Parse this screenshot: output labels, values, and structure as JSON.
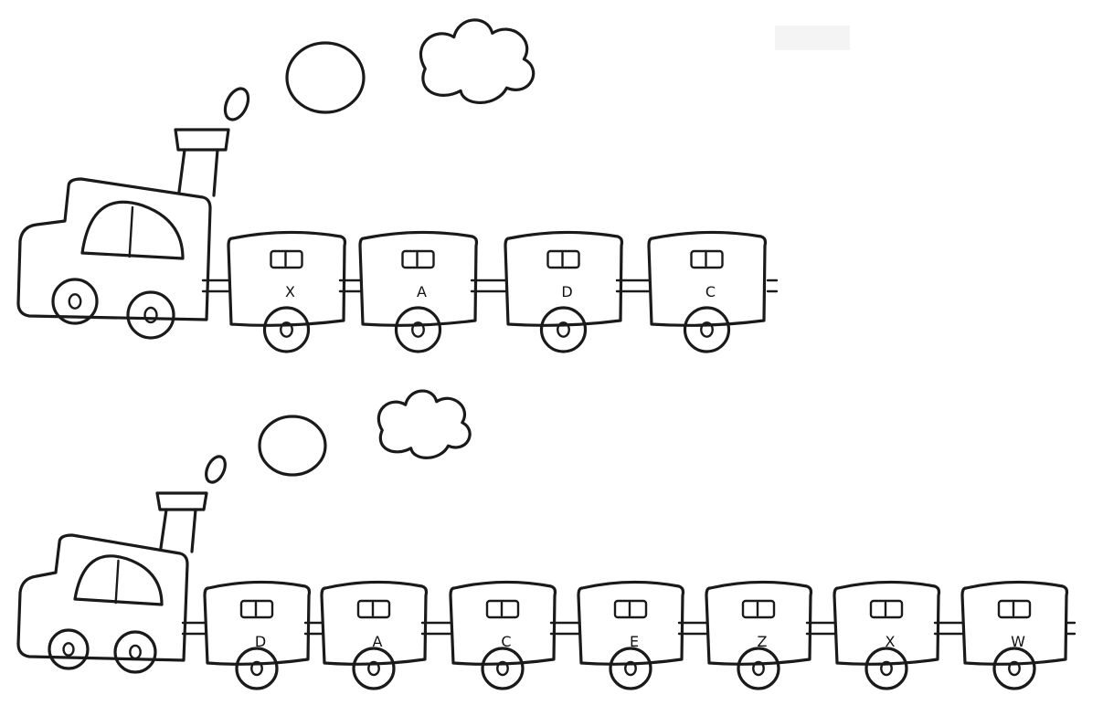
{
  "trains": [
    {
      "cars": [
        "X",
        "A",
        "D",
        "C"
      ]
    },
    {
      "cars": [
        "D",
        "A",
        "C",
        "E",
        "Z",
        "X",
        "W"
      ]
    }
  ],
  "colors": {
    "ink": "#1a1a1a",
    "background": "#ffffff"
  }
}
